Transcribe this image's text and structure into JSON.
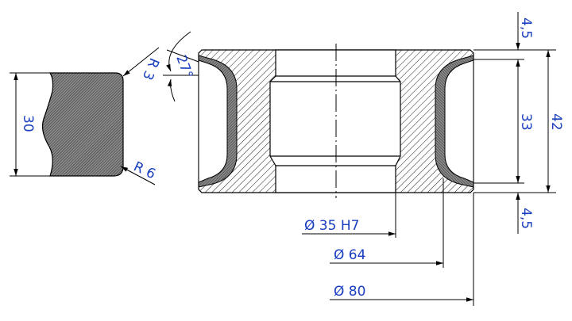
{
  "profile": {
    "height_dim": "30",
    "radius_top": "R 3",
    "radius_bottom": "R 6"
  },
  "angle": {
    "value": "27°"
  },
  "dims": {
    "flange_top": "4,5",
    "groove_height": "33",
    "total_height": "42",
    "flange_bottom": "4,5",
    "bore": "Ø 35 H7",
    "groove_dia": "Ø 64",
    "outer_dia": "Ø 80"
  },
  "colors": {
    "label": "#1a3fbf",
    "line": "#000000"
  }
}
